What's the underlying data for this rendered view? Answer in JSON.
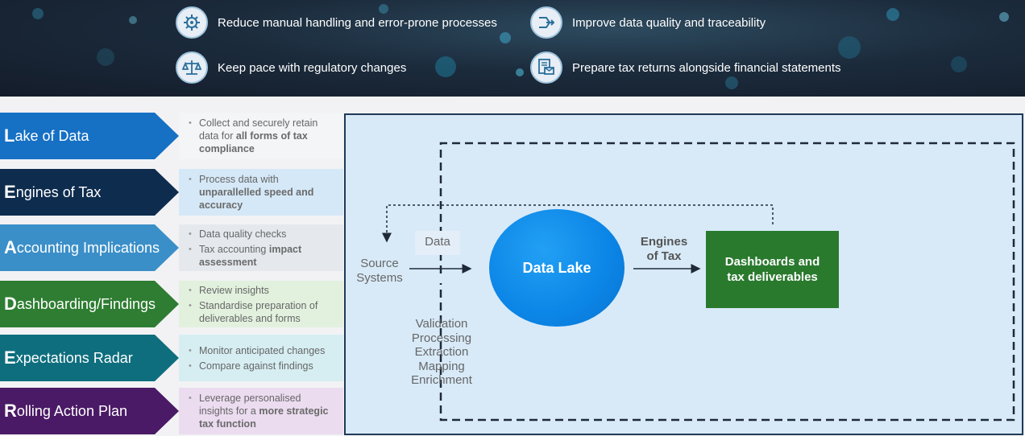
{
  "benefits": [
    {
      "text": "Reduce manual handling and error-prone processes",
      "icon": "gear-settings-icon"
    },
    {
      "text": "Improve data quality and traceability",
      "icon": "data-flow-icon"
    },
    {
      "text": "Keep pace with regulatory changes",
      "icon": "scales-icon"
    },
    {
      "text": "Prepare tax returns alongside financial statements",
      "icon": "document-mail-icon"
    }
  ],
  "pillars": [
    {
      "cap": "L",
      "rest": "ake of Data",
      "color": "#1670c4",
      "desc_bg": "#f4f5f7",
      "bullets": [
        {
          "pre": "Collect and securely retain data for ",
          "bold": "all forms of tax compliance",
          "post": ""
        }
      ]
    },
    {
      "cap": "E",
      "rest": "ngines of Tax",
      "color": "#0e2c4e",
      "desc_bg": "#d5e8f7",
      "bullets": [
        {
          "pre": "Process data with ",
          "bold": "unparallelled speed and accuracy",
          "post": ""
        }
      ]
    },
    {
      "cap": "A",
      "rest": "ccounting Implications",
      "color": "#3b8fc8",
      "desc_bg": "#e5e9ee",
      "bullets": [
        {
          "pre": "Data quality checks",
          "bold": "",
          "post": ""
        },
        {
          "pre": "Tax accounting ",
          "bold": "impact assessment",
          "post": ""
        }
      ]
    },
    {
      "cap": "D",
      "rest": "ashboarding/Findings",
      "color": "#2e7d32",
      "desc_bg": "#e2f1de",
      "bullets": [
        {
          "pre": "Review insights",
          "bold": "",
          "post": ""
        },
        {
          "pre": "Standardise preparation of deliverables and forms",
          "bold": "",
          "post": ""
        }
      ]
    },
    {
      "cap": "E",
      "rest": "xpectations Radar",
      "color": "#0e6e7e",
      "desc_bg": "#d6eef2",
      "bullets": [
        {
          "pre": "Monitor anticipated changes",
          "bold": "",
          "post": ""
        },
        {
          "pre": "Compare against findings",
          "bold": "",
          "post": ""
        }
      ]
    },
    {
      "cap": "R",
      "rest": "olling Action Plan",
      "color": "#4a1a66",
      "desc_bg": "#ebdcf0",
      "bullets": [
        {
          "pre": "Leverage personalised insights for a ",
          "bold": "more strategic tax function",
          "post": ""
        }
      ]
    }
  ],
  "diagram": {
    "source": [
      "Source",
      "Systems"
    ],
    "data_label": "Data",
    "steps": [
      "Validation",
      "Processing",
      "Extraction",
      "Mapping",
      "Enrichment"
    ],
    "data_lake": "Data Lake",
    "engines": [
      "Engines",
      "of Tax"
    ],
    "dashboards": [
      "Dashboards and",
      "tax deliverables"
    ]
  },
  "colors": {
    "panel_bg": "#d8eaf8",
    "panel_border": "#1f3a56",
    "dash_green": "#2a7a2e",
    "lake_blue": "#0b85e6"
  }
}
